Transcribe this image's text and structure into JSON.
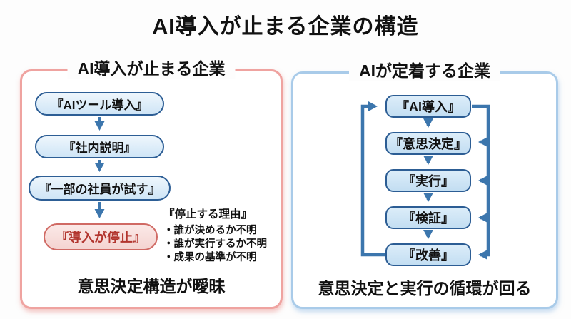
{
  "title": "AI導入が止まる企業の構造",
  "left_panel": {
    "header": "AI導入が止まる企業",
    "steps": [
      "『AIツール導入』",
      "『社内説明』",
      "『一部の社員が試す』"
    ],
    "fail_step": "『導入が停止』",
    "note": {
      "title": "『停止する理由』",
      "lines": [
        "・誰が決めるか不明",
        "・誰が実行するか不明",
        "・成果の基準が不明"
      ]
    },
    "caption": "意思決定構造が曖昧"
  },
  "right_panel": {
    "header": "AIが定着する企業",
    "steps": [
      "『AI導入』",
      "『意思決定』",
      "『実行』",
      "『検証』",
      "『改善』"
    ],
    "caption": "意思決定と実行の循環が回る"
  },
  "colors": {
    "page_background": "#fdfdfd",
    "left_panel_border": "#efa3a0",
    "right_panel_border": "#a9cbe9",
    "step_box_border": "#2d5e95",
    "step_box_fill": "#d7e9f7",
    "arrow": "#3c76ad",
    "fail_box_border": "#d06a64",
    "fail_box_fill": "#f7dedb",
    "fail_text": "#b2352e",
    "text": "#111111"
  }
}
